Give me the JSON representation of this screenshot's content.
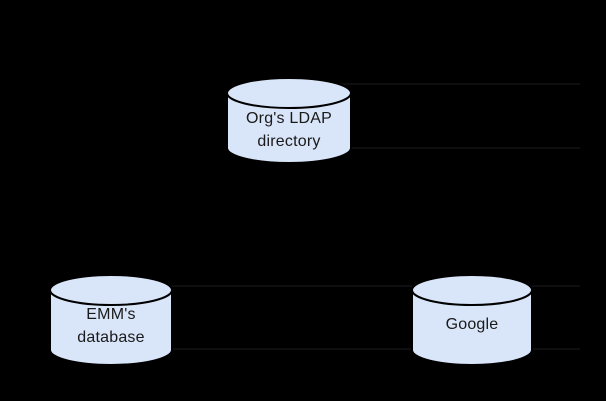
{
  "diagram": {
    "background_color": "#000000",
    "node_fill_color": "#d9e5f8",
    "node_stroke_color": "#000000",
    "connector_color": "#121216",
    "label_color": "#1a1a1a",
    "nodes": [
      {
        "id": "ldap-directory",
        "label_line1": "Org's LDAP",
        "label_line2": "directory"
      },
      {
        "id": "emm-database",
        "label_line1": "EMM's",
        "label_line2": "database"
      },
      {
        "id": "google",
        "label_line1": "Google",
        "label_line2": ""
      }
    ]
  }
}
